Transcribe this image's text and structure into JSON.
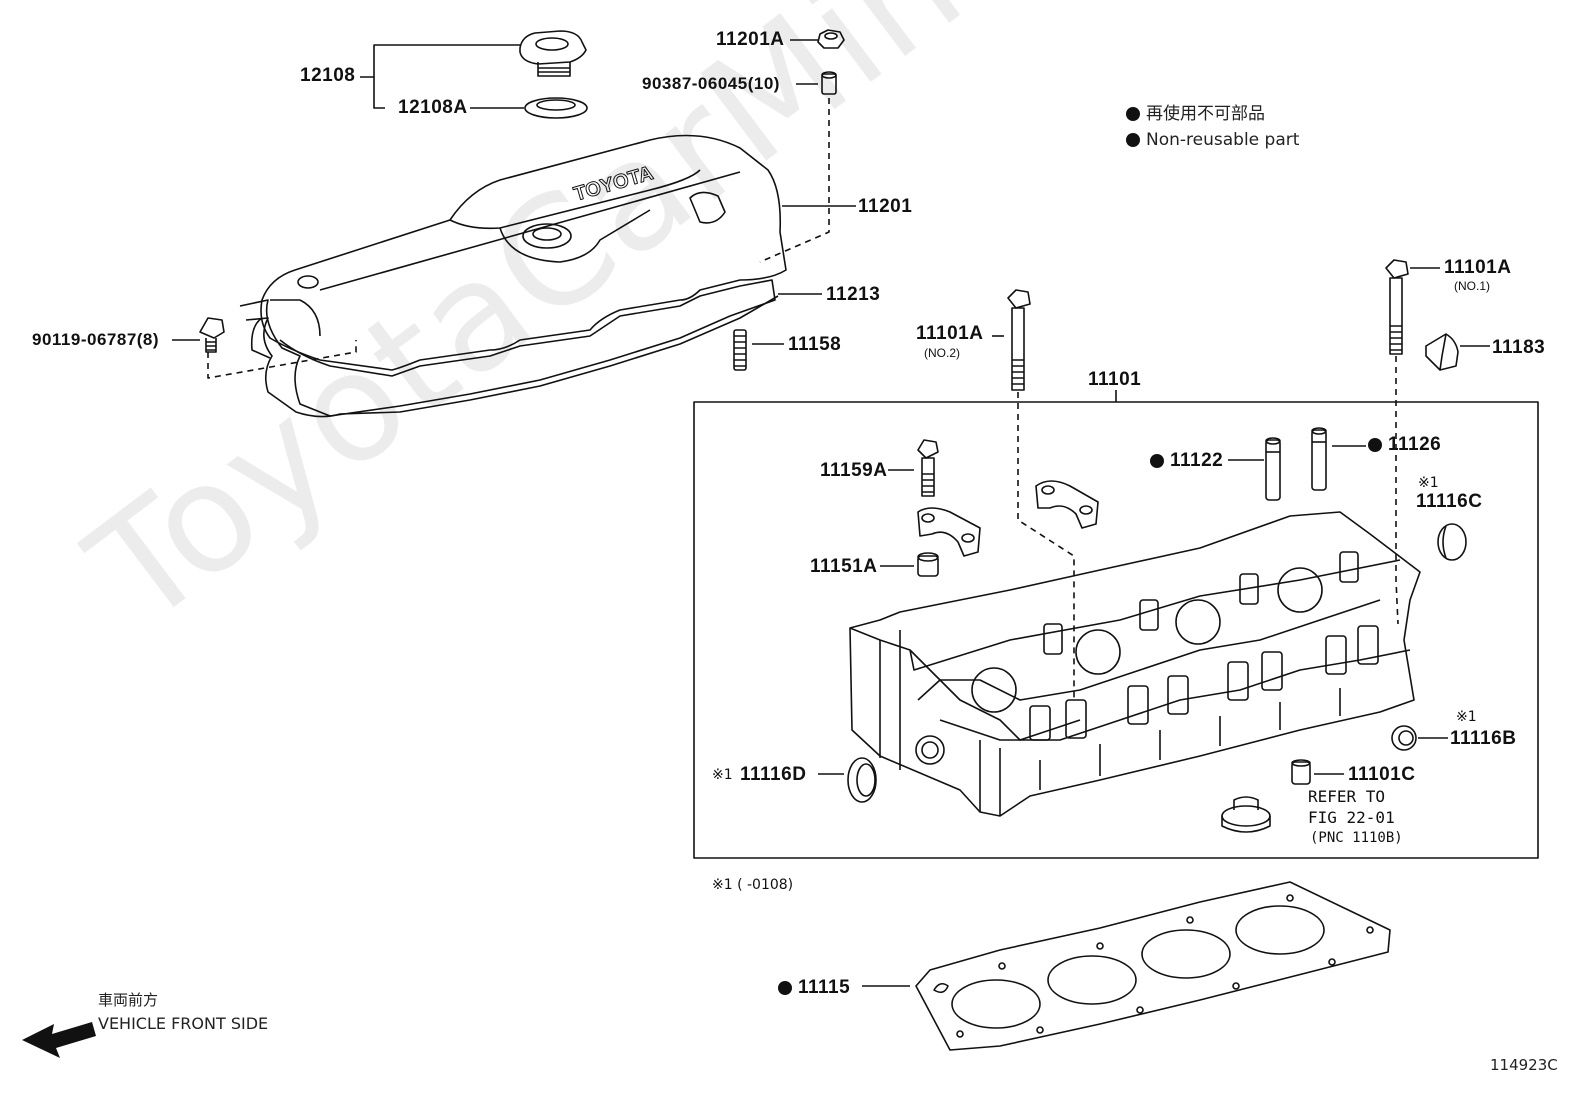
{
  "watermark": "ToyotaCarMine.ru",
  "legend": {
    "line_jp": "再使用不可部品",
    "line_en": "Non-reusable part"
  },
  "parts": {
    "p12108": "12108",
    "p12108A": "12108A",
    "p11201A": "11201A",
    "p90387": "90387-06045(10)",
    "p11201": "11201",
    "p11213": "11213",
    "p90119": "90119-06787(8)",
    "p11158": "11158",
    "p11101A_no2": "11101A",
    "no2": "(NO.2)",
    "p11101A_no1": "11101A",
    "no1": "(NO.1)",
    "p11183": "11183",
    "p11101": "11101",
    "p11159A": "11159A",
    "p11122": "11122",
    "p11126": "11126",
    "p11116C": "11116C",
    "p11151A": "11151A",
    "p11116B": "11116B",
    "p11116D": "11116D",
    "p11101C": "11101C",
    "p11115": "11115"
  },
  "marks": {
    "star1": "※1",
    "footnote": "※1 (       -0108)"
  },
  "refer": {
    "line1": "REFER TO",
    "line2": "FIG 22-01",
    "line3": "(PNC 1110B)"
  },
  "front": {
    "jp": "車両前方",
    "en": "VEHICLE FRONT SIDE"
  },
  "figure_id": "114923C"
}
